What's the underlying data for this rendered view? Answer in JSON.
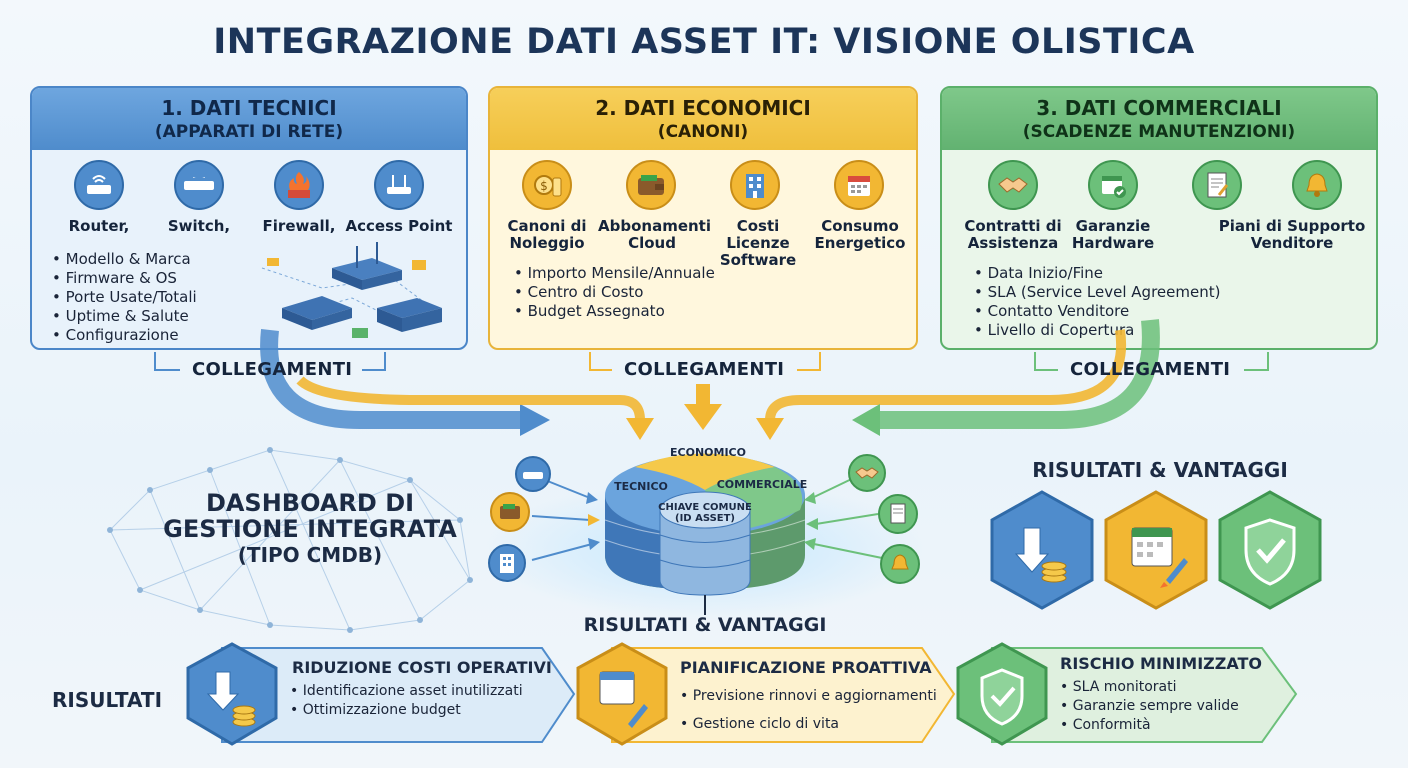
{
  "title": "INTEGRAZIONE DATI ASSET IT: VISIONE OLISTICA",
  "panels": {
    "tech": {
      "title": "1. DATI TECNICI",
      "subtitle": "(APPARATI DI RETE)",
      "items": [
        "Router,",
        "Switch,",
        "Firewall,",
        "Access Point"
      ],
      "bullets": [
        "Modello & Marca",
        "Firmware & OS",
        "Porte Usate/Totali",
        "Uptime & Salute",
        "Configurazione"
      ]
    },
    "eco": {
      "title": "2. DATI ECONOMICI",
      "subtitle": "(CANONI)",
      "items": [
        "Canoni di Noleggio",
        "Abbonamenti Cloud",
        "Costi Licenze Software",
        "Consumo Energetico"
      ],
      "bullets": [
        "Importo Mensile/Annuale",
        "Centro di Costo",
        "Budget Assegnato"
      ]
    },
    "com": {
      "title": "3. DATI COMMERCIALI",
      "subtitle": "(SCADENZE MANUTENZIONI)",
      "items": [
        "Contratti di Assistenza",
        "Garanzie Hardware",
        "Piani di Supporto Venditore"
      ],
      "bullets": [
        "Data Inizio/Fine",
        "SLA (Service Level Agreement)",
        "Contatto Venditore",
        "Livello di Copertura"
      ]
    }
  },
  "collegamenti": "COLLEGAMENTI",
  "dashboard": {
    "line1": "DASHBOARD DI",
    "line2": "GESTIONE INTEGRATA",
    "line3": "(TIPO CMDB)"
  },
  "disk": {
    "economico": "ECONOMICO",
    "tecnico": "TECNICO",
    "commerciale": "COMMERCIALE",
    "key1": "CHIAVE COMUNE",
    "key2": "(ID ASSET)"
  },
  "risultati_vantaggi": "RISULTATI & VANTAGGI",
  "risultati": "RISULTATI",
  "results": [
    {
      "title": "RIDUZIONE COSTI OPERATIVI",
      "bullets": [
        "Identificazione asset inutilizzati",
        "Ottimizzazione budget"
      ]
    },
    {
      "title": "PIANIFICAZIONE PROATTIVA",
      "bullets": [
        "Previsione rinnovi e aggiornamenti",
        "Gestione ciclo di vita"
      ]
    },
    {
      "title": "RISCHIO MINIMIZZATO",
      "bullets": [
        "SLA monitorati",
        "Garanzie sempre valide",
        "Conformità"
      ]
    }
  ],
  "colors": {
    "blue": "#4f8ccc",
    "yellow": "#f2b733",
    "green": "#6cc07a",
    "navy": "#1c3559"
  }
}
